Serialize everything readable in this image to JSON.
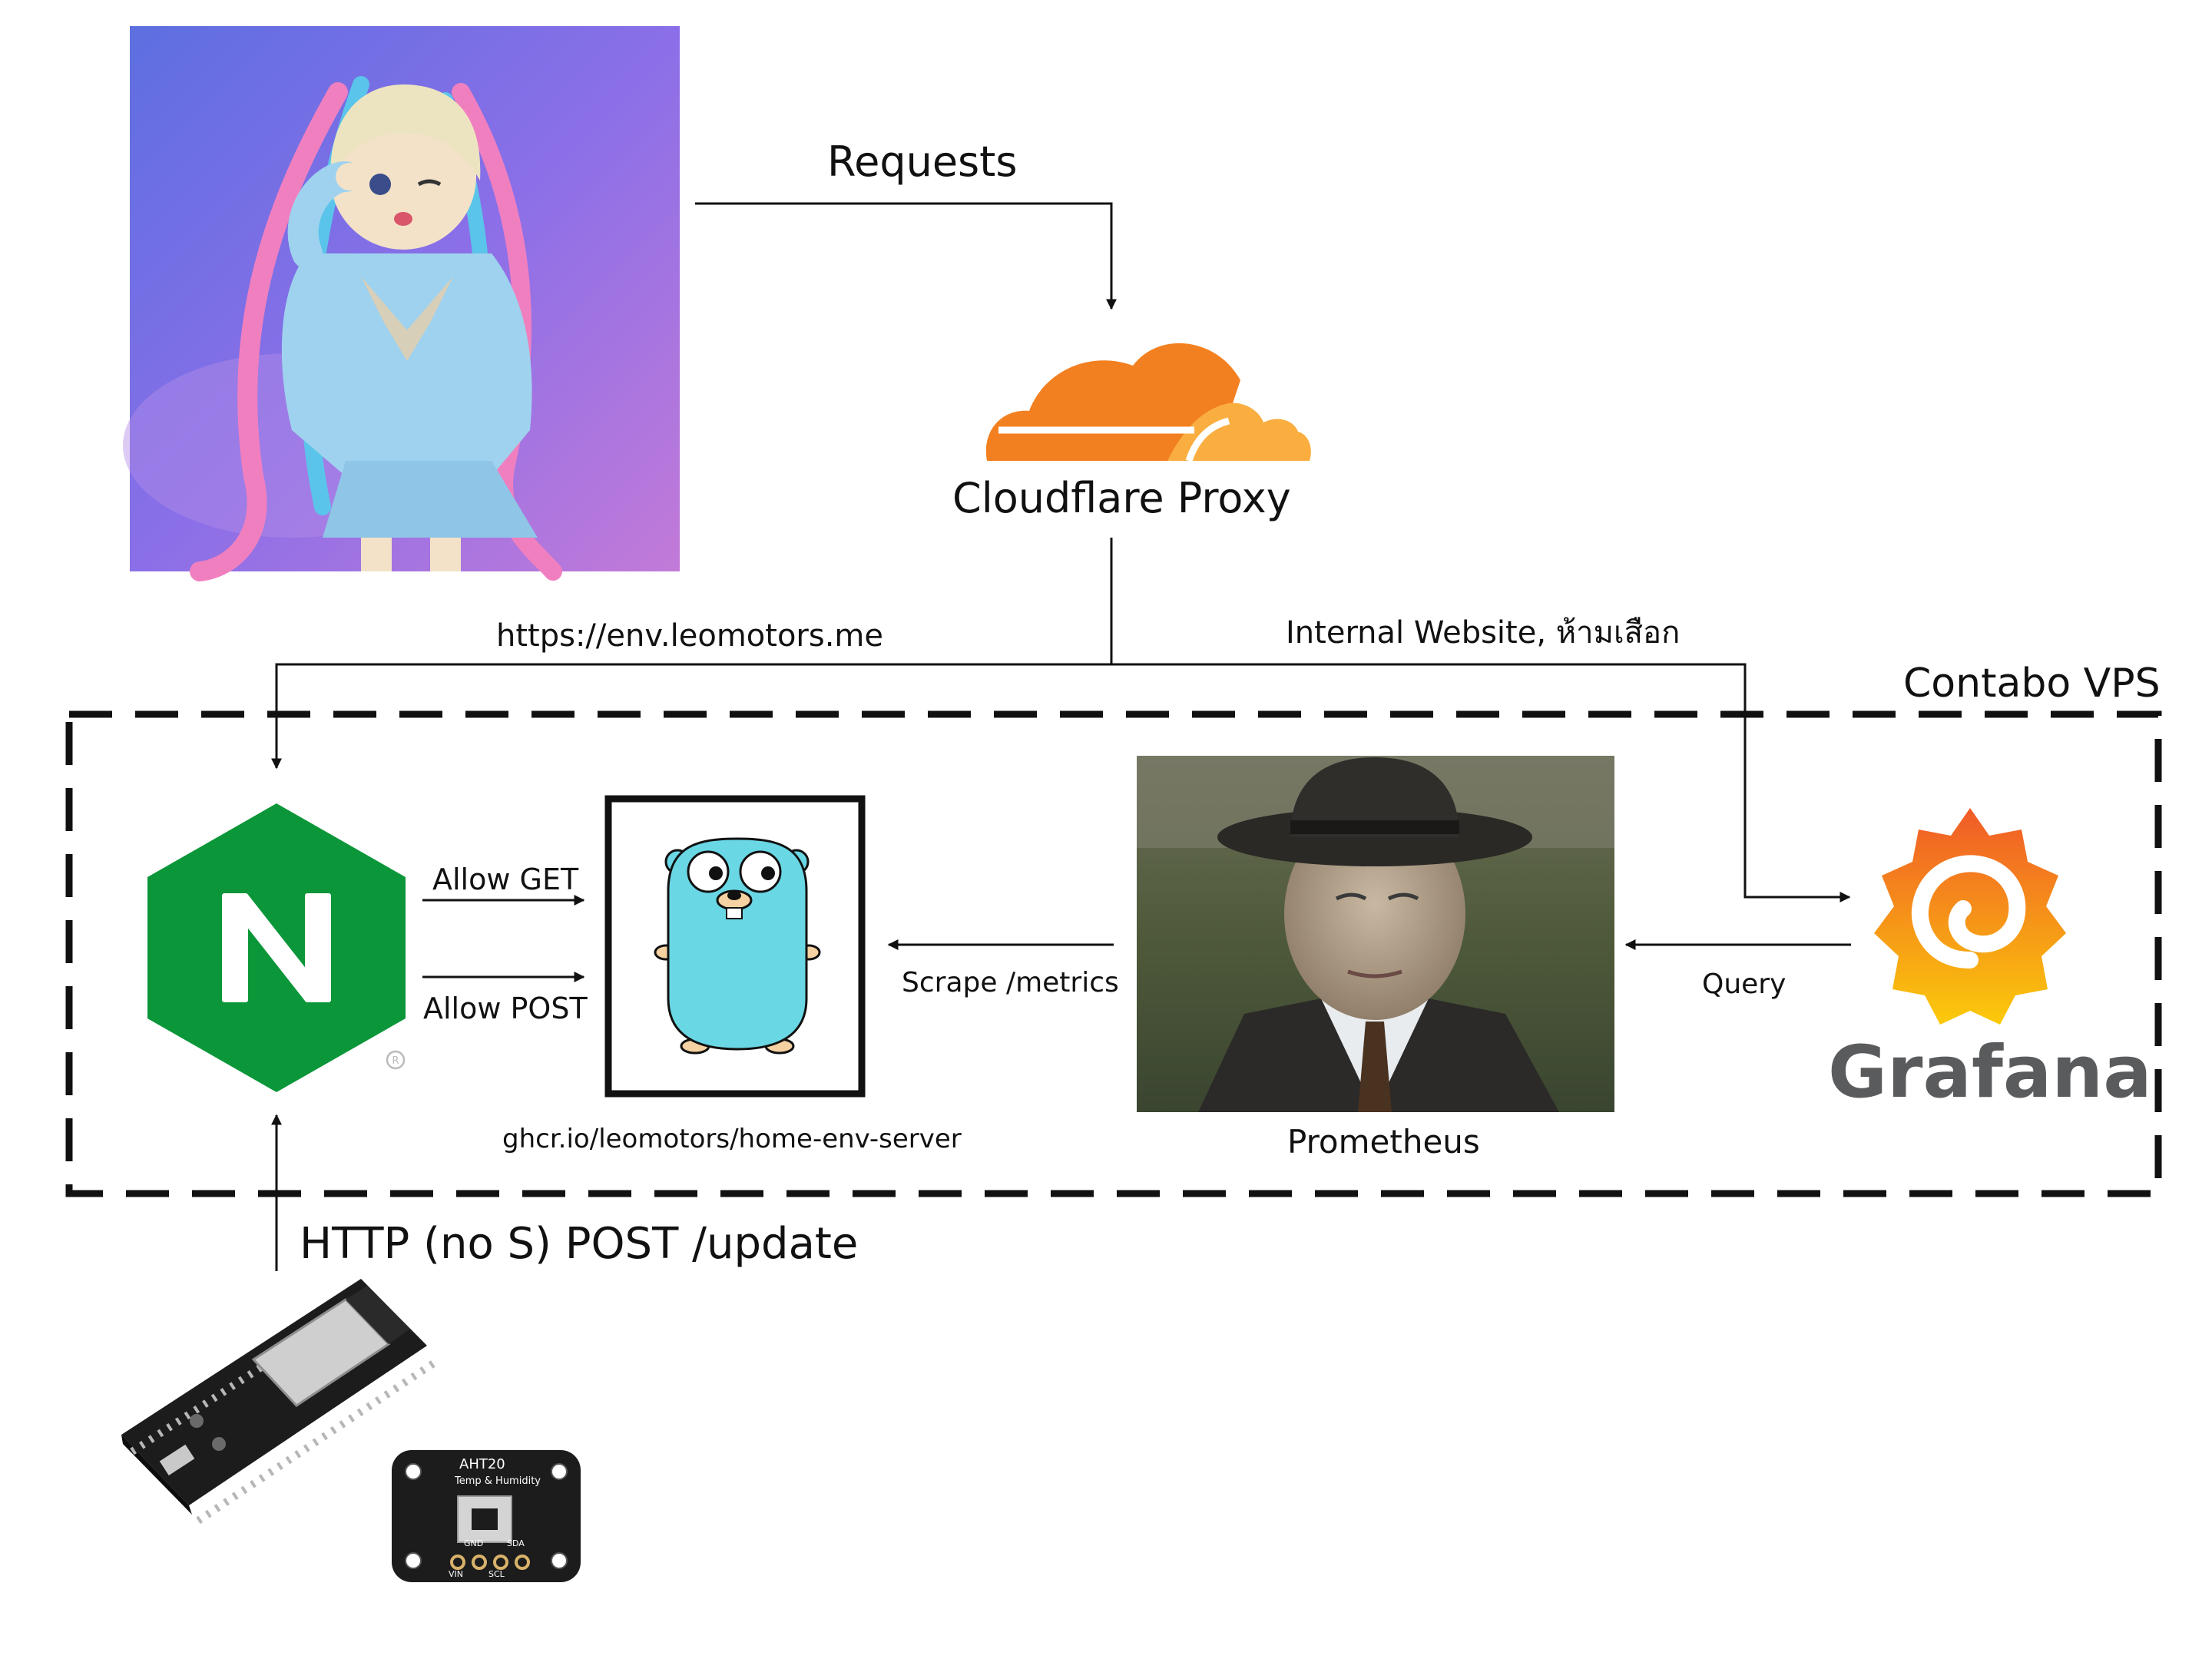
{
  "labels": {
    "requests": "Requests",
    "cloudflare": "Cloudflare Proxy",
    "public_url": "https://env.leomotors.me",
    "internal": "Internal Website, ห้ามเสือก",
    "vps": "Contabo VPS",
    "allow_get": "Allow GET",
    "allow_post": "Allow POST",
    "scrape": "Scrape /metrics",
    "query": "Query",
    "image_ref": "ghcr.io/leomotors/home-env-server",
    "prometheus": "Prometheus",
    "grafana": "Grafana",
    "http_post": "HTTP (no S) POST /update",
    "sensor_title": "AHT20",
    "sensor_subtitle": "Temp & Humidity",
    "pins": [
      "GND",
      "SDA",
      "VIN",
      "SCL"
    ]
  },
  "colors": {
    "nginx_green": "#0b9639",
    "cloudflare_orange": "#f38020",
    "cloudflare_light": "#faae40",
    "gopher_blue": "#6ad7e5",
    "grafana_orange": "#f46800",
    "grafana_yellow": "#fbca0a",
    "grafana_text": "#5a5b5d"
  }
}
